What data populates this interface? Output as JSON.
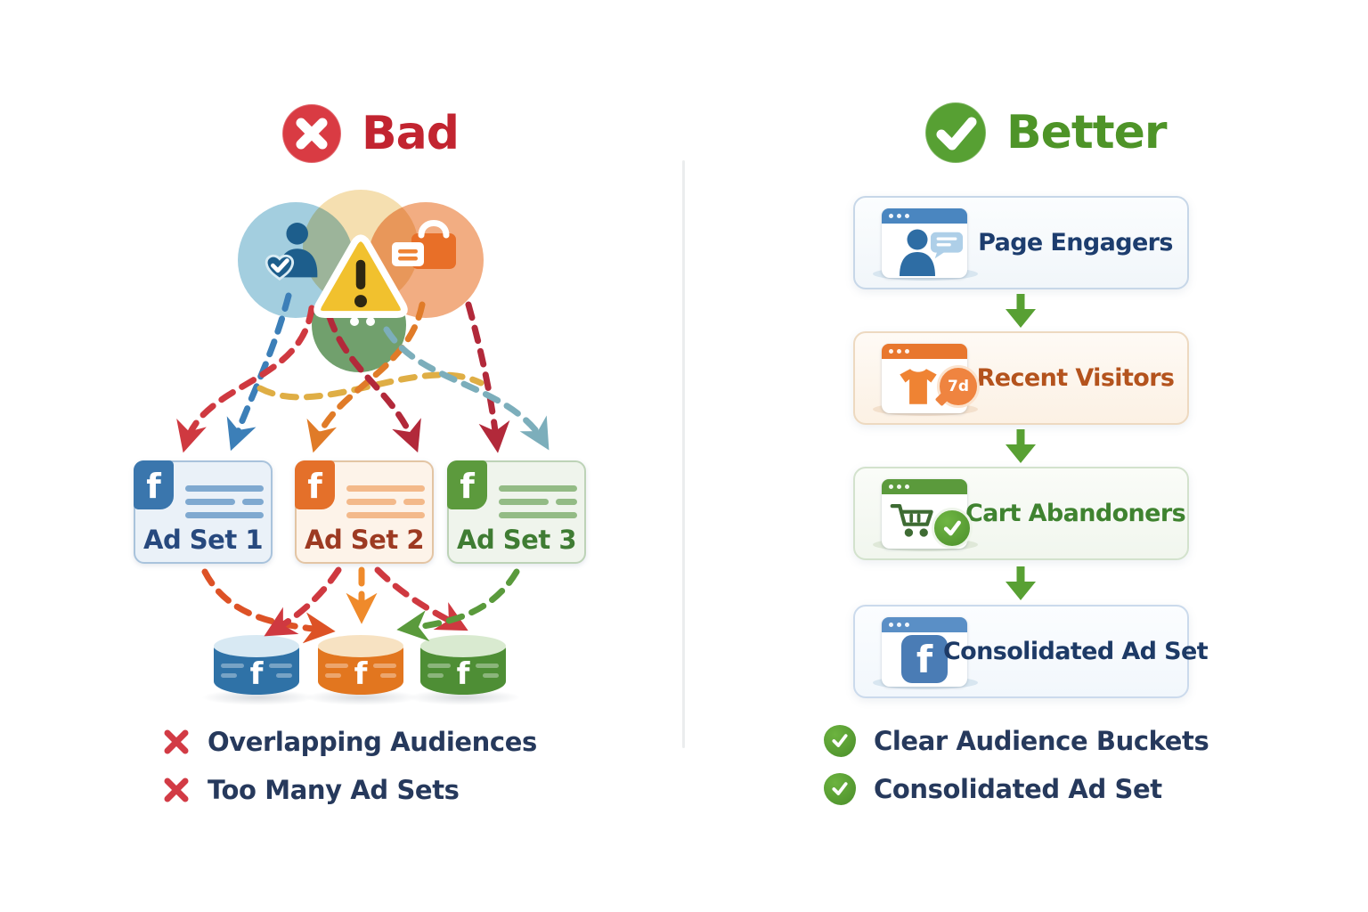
{
  "left_panel": {
    "heading": {
      "label": "Bad",
      "icon": "x-circle-icon",
      "text_color": "#c22430",
      "icon_color": "#d93b43"
    },
    "venn": {
      "circle_colors": [
        "#a3cedf",
        "#f5dfb0",
        "#f2ad82",
        "#71a06d"
      ],
      "icons": [
        "person-heart-icon",
        "shopping-bag-icon",
        "receipt-icon",
        "shopping-cart-icon",
        "warning-triangle-icon"
      ]
    },
    "ad_sets": [
      {
        "label": "Ad Set 1",
        "icon": "facebook-f-icon",
        "accent_color": "#3a76ad"
      },
      {
        "label": "Ad Set 2",
        "icon": "facebook-f-icon",
        "accent_color": "#e4702a"
      },
      {
        "label": "Ad Set 3",
        "icon": "facebook-f-icon",
        "accent_color": "#5c9a3d"
      }
    ],
    "audience_databases": [
      {
        "icon": "facebook-f-icon",
        "color": "#2f72a7"
      },
      {
        "icon": "facebook-f-icon",
        "color": "#e2761f"
      },
      {
        "icon": "facebook-f-icon",
        "color": "#4e8e35"
      }
    ],
    "issues": [
      {
        "icon": "x-mark-icon",
        "label": "Overlapping Audiences"
      },
      {
        "icon": "x-mark-icon",
        "label": "Too Many Ad Sets"
      }
    ]
  },
  "right_panel": {
    "heading": {
      "label": "Better",
      "icon": "check-circle-icon",
      "text_color": "#4e9428",
      "icon_color": "#57a033"
    },
    "funnel_steps": [
      {
        "label": "Page Engagers",
        "icon": "page-engagers-icon",
        "text_color": "#1d3d6e"
      },
      {
        "label": "Recent Visitors",
        "icon": "recent-visitors-icon",
        "badge": "7d",
        "text_color": "#b4531d"
      },
      {
        "label": "Cart Abandoners",
        "icon": "cart-abandoners-icon",
        "text_color": "#3f8330"
      },
      {
        "label": "Consolidated Ad Set",
        "icon": "facebook-window-icon",
        "text_color": "#1d3a66"
      }
    ],
    "flow_arrow_color": "#58a033",
    "benefits": [
      {
        "icon": "check-badge-icon",
        "label": "Clear Audience Buckets"
      },
      {
        "icon": "check-badge-icon",
        "label": "Consolidated Ad Set"
      }
    ]
  }
}
